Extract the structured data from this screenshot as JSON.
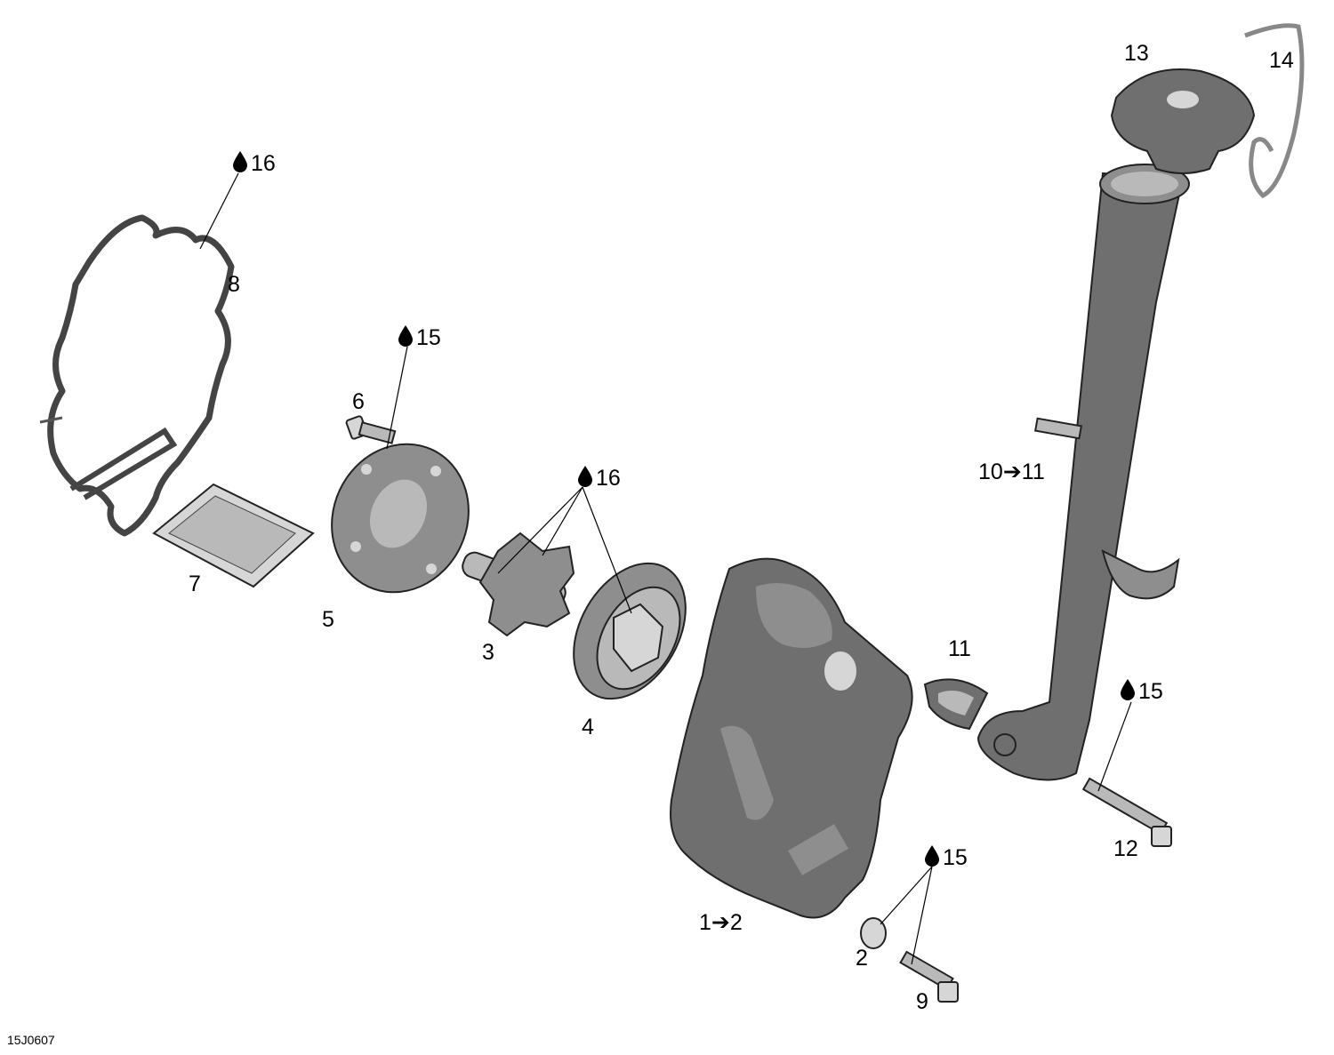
{
  "diagram_code": "15J0607",
  "arrow_glyph": "➔",
  "drop_glyph": "drop-icon",
  "callouts": {
    "c1_2": {
      "from": "1",
      "to": "2"
    },
    "c2": "2",
    "c3": "3",
    "c4": "4",
    "c5": "5",
    "c6": "6",
    "c7": "7",
    "c8": "8",
    "c9": "9",
    "c10_11": {
      "from": "10",
      "to": "11"
    },
    "c11": "11",
    "c12": "12",
    "c13": "13",
    "c14": "14"
  },
  "lubricants": {
    "l16_top": "16",
    "l15_bolt6": "15",
    "l16_gears": "16",
    "l15_bolt12": "15",
    "l15_bolt9": "15"
  },
  "colors": {
    "ink": "#000000",
    "part_dark": "#6f6f6f",
    "part_mid": "#8e8e8e",
    "part_light": "#b9b9b9"
  }
}
